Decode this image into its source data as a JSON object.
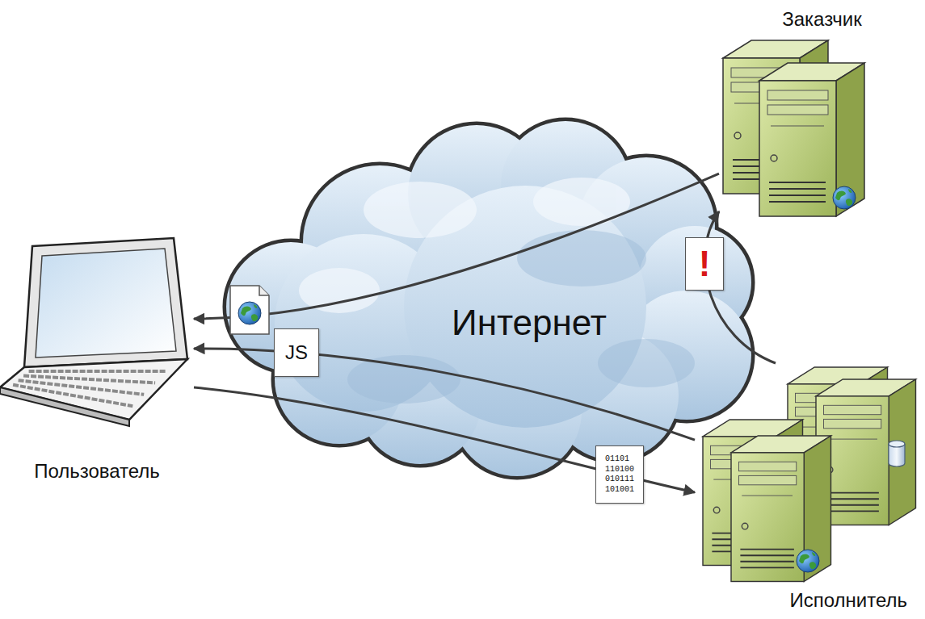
{
  "diagram": {
    "nodes": [
      {
        "text": [
          "Заказчик"
        ]
      },
      {
        "text": [
          "Пользователь"
        ]
      },
      {
        "text": [
          "Интернет"
        ]
      },
      {
        "text": [
          "Исполнитель"
        ]
      }
    ],
    "edges": [
      {
        "from": 0,
        "to": 1,
        "arrow": "to"
      },
      {
        "from": 3,
        "to": 1,
        "arrow": "to",
        "label": "JS"
      },
      {
        "from": 1,
        "to": 3,
        "arrow": "to",
        "label": "01101 110100 010111 101001"
      },
      {
        "from": 3,
        "to": 0,
        "arrow": "to",
        "label": "!"
      }
    ]
  }
}
